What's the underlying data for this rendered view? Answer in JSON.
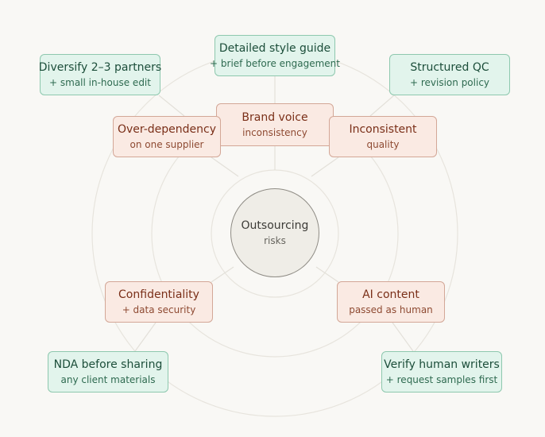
{
  "center": {
    "title": "Outsourcing",
    "subtitle": "risks"
  },
  "risks": [
    {
      "id": "brand-voice",
      "title": "Brand voice",
      "subtitle": "inconsistency"
    },
    {
      "id": "over-dependency",
      "title": "Over-dependency",
      "subtitle": "on one supplier"
    },
    {
      "id": "inconsistent-quality",
      "title": "Inconsistent",
      "subtitle": "quality"
    },
    {
      "id": "confidentiality",
      "title": "Confidentiality",
      "subtitle": "+ data security"
    },
    {
      "id": "ai-content",
      "title": "AI content",
      "subtitle": "passed as human"
    }
  ],
  "mitigations": [
    {
      "id": "style-guide",
      "title": "Detailed style guide",
      "subtitle": "+ brief before engagement"
    },
    {
      "id": "diversify",
      "title": "Diversify 2–3 partners",
      "subtitle": "+ small in-house edit"
    },
    {
      "id": "structured-qc",
      "title": "Structured QC",
      "subtitle": "+ revision policy"
    },
    {
      "id": "nda",
      "title": "NDA before sharing",
      "subtitle": "any client materials"
    },
    {
      "id": "verify-writers",
      "title": "Verify human writers",
      "subtitle": "+ request samples first"
    }
  ],
  "colors": {
    "risk_fill": "#faeae3",
    "risk_border": "#d3a797",
    "mitigation_fill": "#e2f4ec",
    "mitigation_border": "#8ec8ae",
    "ring": "#e7e4dd"
  }
}
